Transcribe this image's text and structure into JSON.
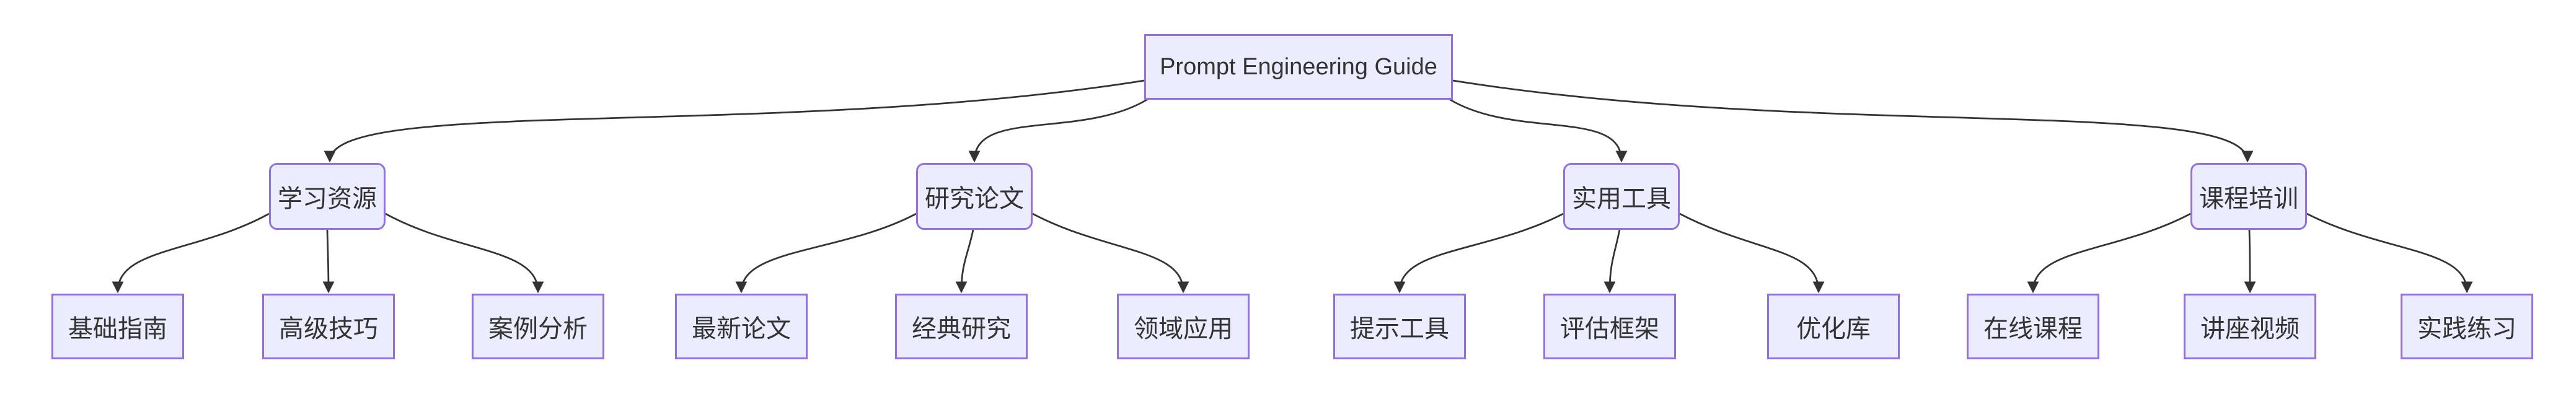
{
  "diagram": {
    "type": "flowchart",
    "direction": "top-down",
    "root": {
      "label": "Prompt Engineering Guide"
    },
    "branches": [
      {
        "label": "学习资源",
        "children": [
          {
            "label": "基础指南"
          },
          {
            "label": "高级技巧"
          },
          {
            "label": "案例分析"
          }
        ]
      },
      {
        "label": "研究论文",
        "children": [
          {
            "label": "最新论文"
          },
          {
            "label": "经典研究"
          },
          {
            "label": "领域应用"
          }
        ]
      },
      {
        "label": "实用工具",
        "children": [
          {
            "label": "提示工具"
          },
          {
            "label": "评估框架"
          },
          {
            "label": "优化库"
          }
        ]
      },
      {
        "label": "课程培训",
        "children": [
          {
            "label": "在线课程"
          },
          {
            "label": "讲座视频"
          },
          {
            "label": "实践练习"
          }
        ]
      }
    ],
    "colors": {
      "node_fill": "#ECECFF",
      "node_border": "#9370DB",
      "edge_line": "#333333",
      "label_text": "#333333",
      "background": "#FFFFFF"
    }
  }
}
